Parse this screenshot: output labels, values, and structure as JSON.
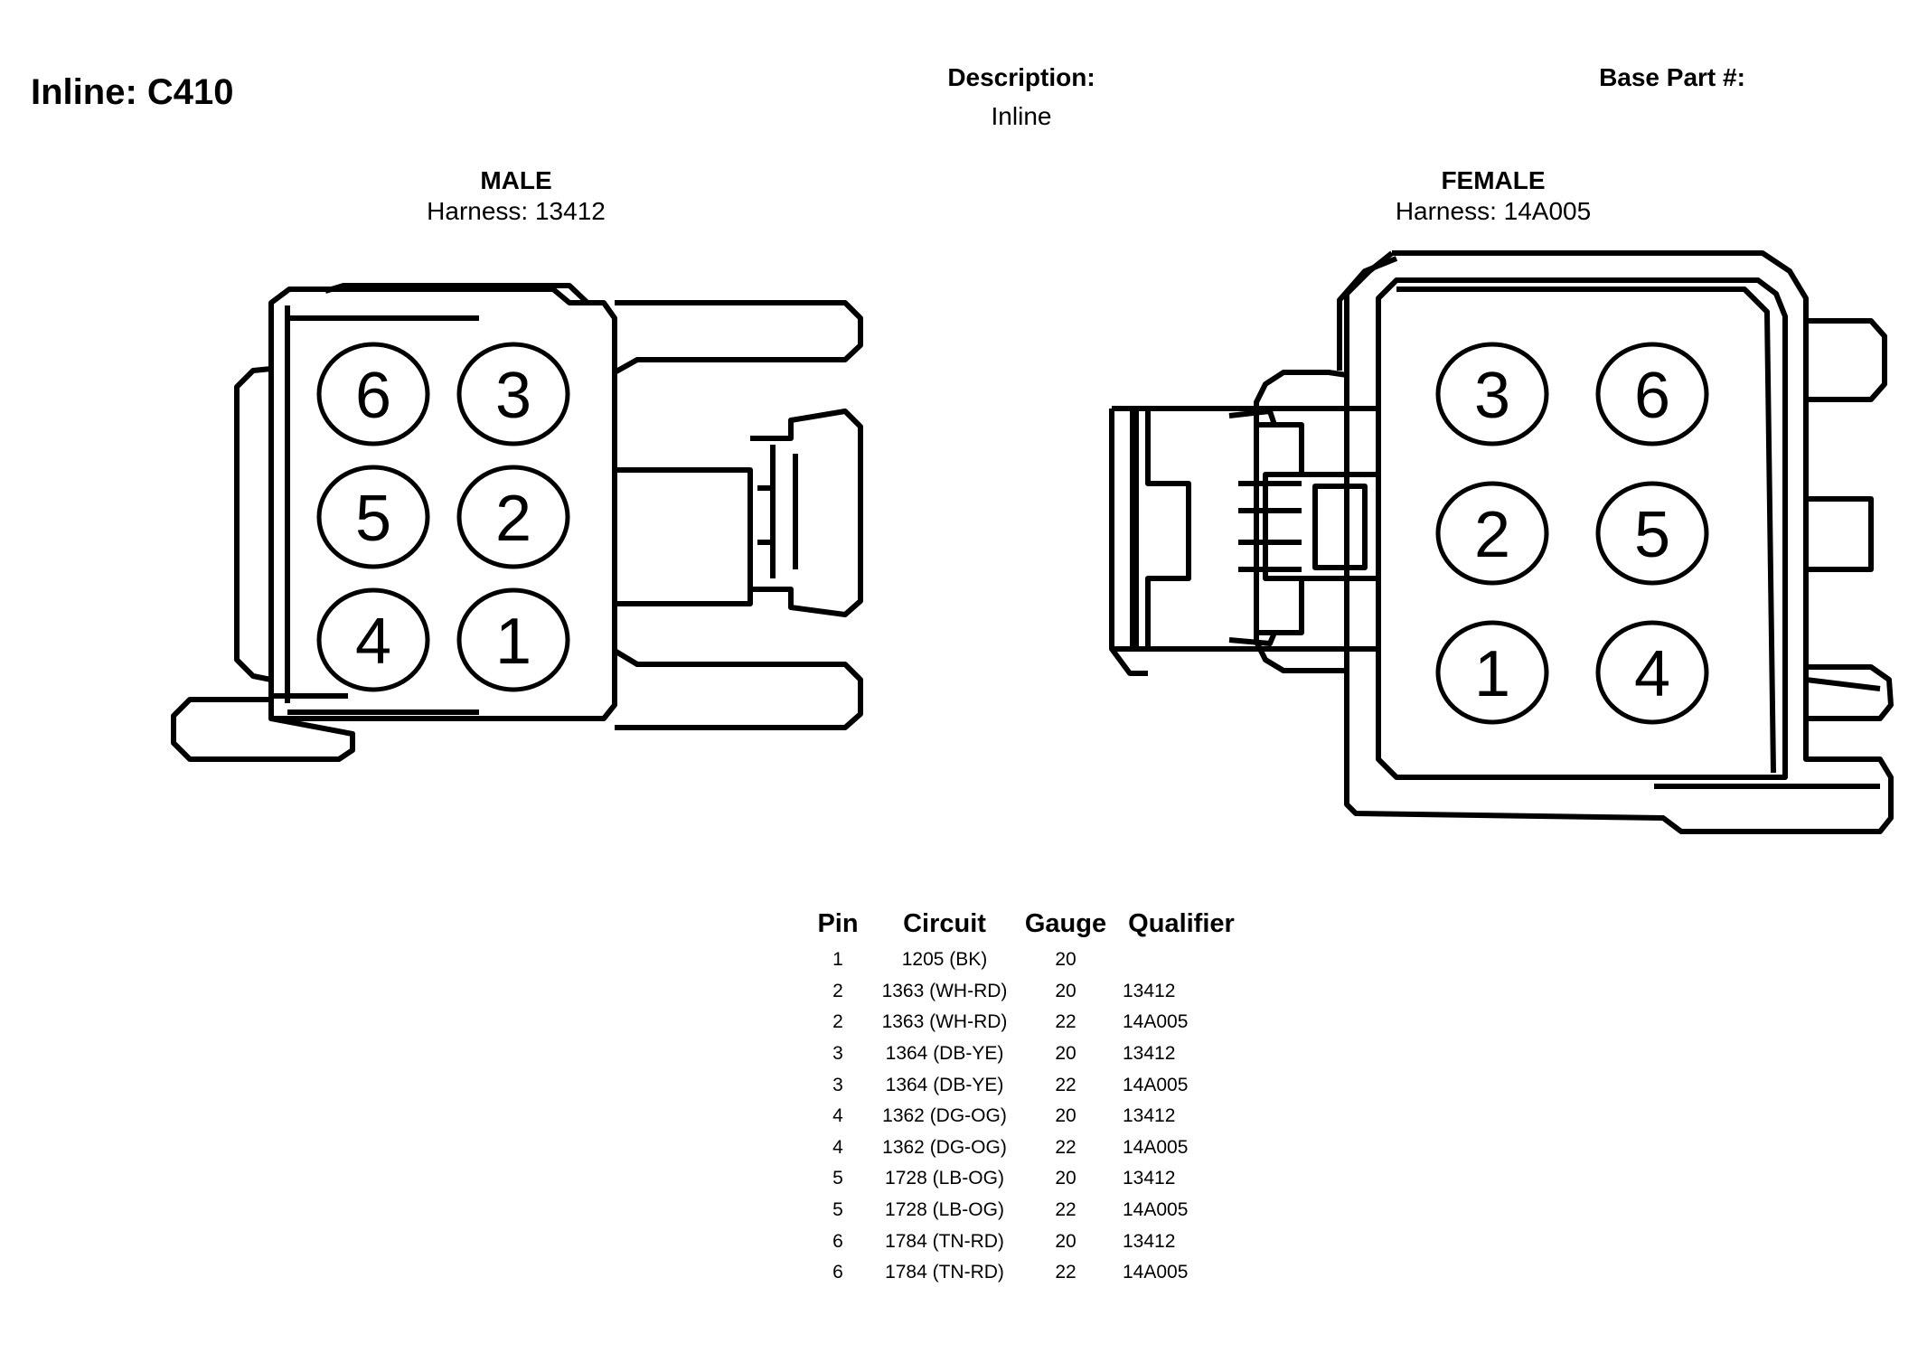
{
  "header": {
    "title": "Inline: C410",
    "description_label": "Description:",
    "description_value": "Inline",
    "base_part_label": "Base Part #:"
  },
  "male": {
    "title": "MALE",
    "harness": "Harness: 13412",
    "pins": [
      "6",
      "3",
      "5",
      "2",
      "4",
      "1"
    ]
  },
  "female": {
    "title": "FEMALE",
    "harness": "Harness: 14A005",
    "pins": [
      "3",
      "6",
      "2",
      "5",
      "1",
      "4"
    ]
  },
  "table": {
    "headers": [
      "Pin",
      "Circuit",
      "Gauge",
      "Qualifier"
    ],
    "rows": [
      [
        "1",
        "1205 (BK)",
        "20",
        ""
      ],
      [
        "2",
        "1363 (WH-RD)",
        "20",
        "13412"
      ],
      [
        "2",
        "1363 (WH-RD)",
        "22",
        "14A005"
      ],
      [
        "3",
        "1364 (DB-YE)",
        "20",
        "13412"
      ],
      [
        "3",
        "1364 (DB-YE)",
        "22",
        "14A005"
      ],
      [
        "4",
        "1362 (DG-OG)",
        "20",
        "13412"
      ],
      [
        "4",
        "1362 (DG-OG)",
        "22",
        "14A005"
      ],
      [
        "5",
        "1728 (LB-OG)",
        "20",
        "13412"
      ],
      [
        "5",
        "1728 (LB-OG)",
        "22",
        "14A005"
      ],
      [
        "6",
        "1784 (TN-RD)",
        "20",
        "13412"
      ],
      [
        "6",
        "1784 (TN-RD)",
        "22",
        "14A005"
      ]
    ]
  }
}
